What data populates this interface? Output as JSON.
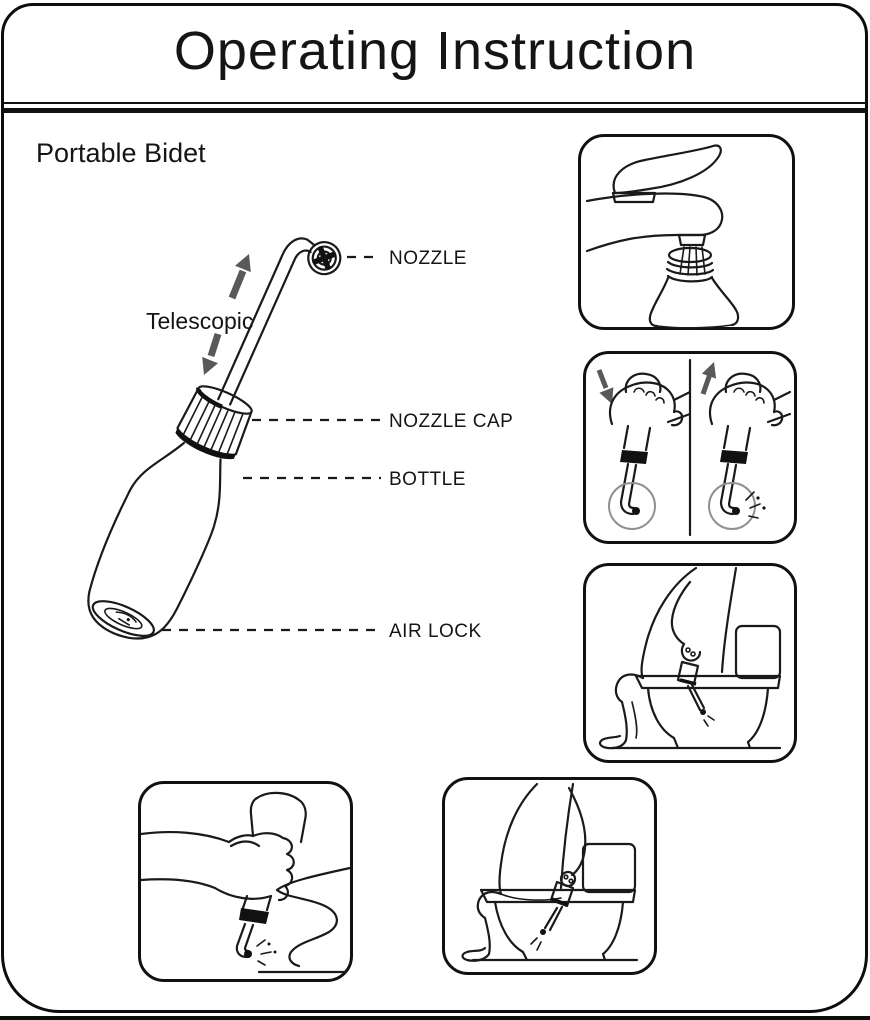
{
  "colors": {
    "ink": "#1a1a1a",
    "arrow_gray": "#595959",
    "circle_gray": "#909090",
    "background": "#ffffff"
  },
  "header": {
    "title": "Operating Instruction"
  },
  "product": {
    "name": "Portable Bidet"
  },
  "diagram": {
    "telescopic_label": "Telescopic",
    "labels": {
      "nozzle": "NOZZLE",
      "nozzle_cap": "NOZZLE CAP",
      "bottle": "BOTTLE",
      "air_lock": "AIR LOCK"
    },
    "icons": [
      "telescopic-up-arrow",
      "telescopic-down-arrow",
      "bidet-bottle",
      "telescopic-nozzle",
      "nozzle-cap",
      "air-lock-valve"
    ]
  },
  "panels": [
    {
      "id": "fill-from-faucet",
      "icon": "faucet-filling-bottle"
    },
    {
      "id": "extend-retract-nozzle",
      "icon": "hands-press-pull-nozzle"
    },
    {
      "id": "use-seated-front",
      "icon": "person-on-toilet-front-wash"
    },
    {
      "id": "handheld-spray",
      "icon": "hand-holding-inverted-bottle-spray"
    },
    {
      "id": "use-seated-rear",
      "icon": "person-on-toilet-rear-wash"
    }
  ]
}
